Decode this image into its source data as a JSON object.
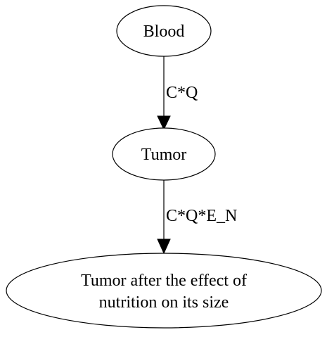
{
  "diagram": {
    "nodes": {
      "blood": {
        "label": "Blood"
      },
      "tumor": {
        "label": "Tumor"
      },
      "tumor_after": {
        "label_line1": "Tumor after the effect of",
        "label_line2": "nutrition on its size"
      }
    },
    "edges": {
      "blood_to_tumor": {
        "label": "C*Q"
      },
      "tumor_to_after": {
        "label": "C*Q*E_N"
      }
    }
  }
}
